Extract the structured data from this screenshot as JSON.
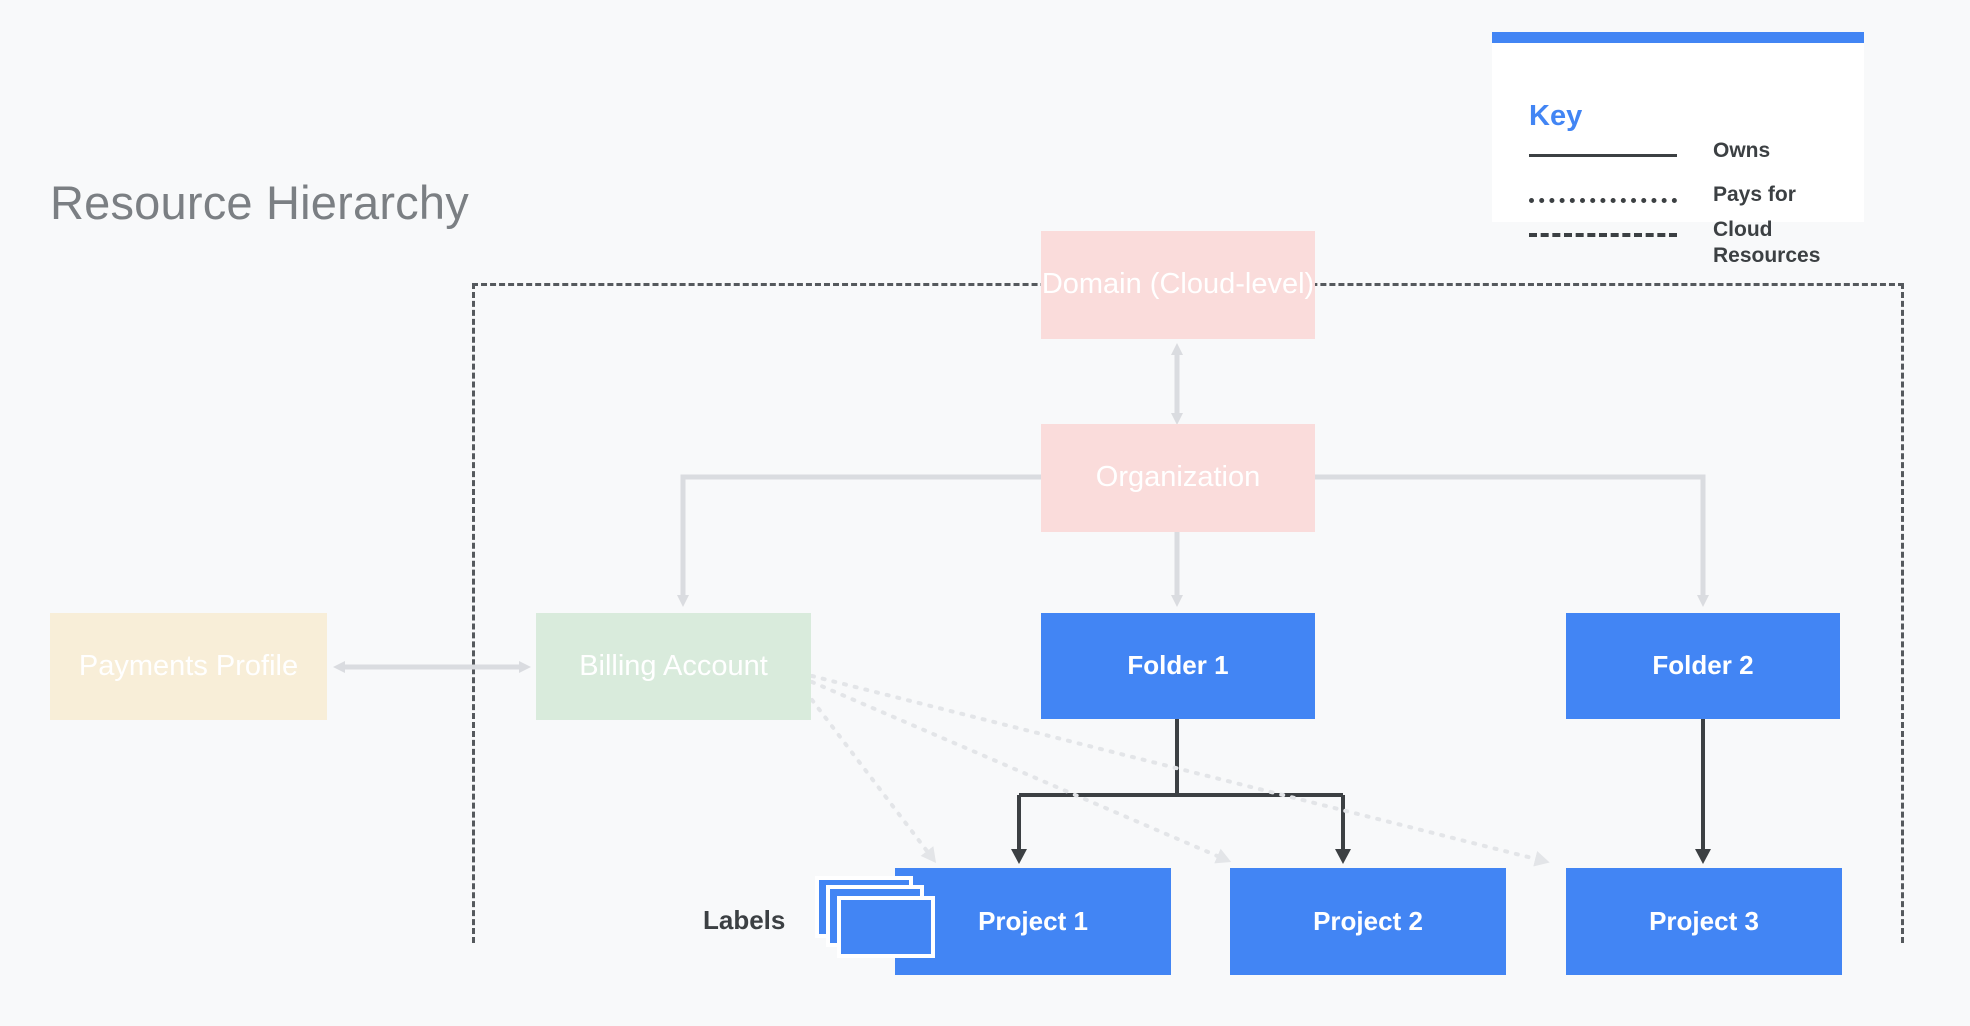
{
  "page": {
    "title": "Resource Hierarchy",
    "background_color": "#f8f9fa"
  },
  "legend": {
    "title": "Key",
    "accent_color": "#4285f4",
    "items": [
      {
        "style": "solid",
        "label": "Owns"
      },
      {
        "style": "dotted",
        "label": "Pays for"
      },
      {
        "style": "dashed",
        "label": "Cloud Resources"
      }
    ]
  },
  "diagram": {
    "type": "hierarchy",
    "boundary": {
      "style": "dashed",
      "meaning": "Cloud Resources"
    },
    "nodes": [
      {
        "id": "domain",
        "label": "Domain (Cloud-level)",
        "color": "#fadcdb",
        "text_color": "#ffffff"
      },
      {
        "id": "organization",
        "label": "Organization",
        "color": "#fadcdb",
        "text_color": "#ffffff"
      },
      {
        "id": "payments",
        "label": "Payments Profile",
        "color": "#f8eed8",
        "text_color": "#ffffff"
      },
      {
        "id": "billing",
        "label": "Billing Account",
        "color": "#d9ebdc",
        "text_color": "#ffffff"
      },
      {
        "id": "folder1",
        "label": "Folder 1",
        "color": "#4285f4",
        "text_color": "#ffffff"
      },
      {
        "id": "folder2",
        "label": "Folder 2",
        "color": "#4285f4",
        "text_color": "#ffffff"
      },
      {
        "id": "project1",
        "label": "Project 1",
        "color": "#4285f4",
        "text_color": "#ffffff"
      },
      {
        "id": "project2",
        "label": "Project 2",
        "color": "#4285f4",
        "text_color": "#ffffff"
      },
      {
        "id": "project3",
        "label": "Project 3",
        "color": "#4285f4",
        "text_color": "#ffffff"
      }
    ],
    "edges": [
      {
        "from": "domain",
        "to": "organization",
        "style": "solid",
        "relation": "owns",
        "arrows": "both"
      },
      {
        "from": "organization",
        "to": "billing",
        "style": "solid",
        "relation": "owns",
        "arrows": "end"
      },
      {
        "from": "organization",
        "to": "folder1",
        "style": "solid",
        "relation": "owns",
        "arrows": "end"
      },
      {
        "from": "organization",
        "to": "folder2",
        "style": "solid",
        "relation": "owns",
        "arrows": "end"
      },
      {
        "from": "payments",
        "to": "billing",
        "style": "solid",
        "relation": "owns",
        "arrows": "both"
      },
      {
        "from": "folder1",
        "to": "project1",
        "style": "solid",
        "relation": "owns",
        "arrows": "end"
      },
      {
        "from": "folder1",
        "to": "project2",
        "style": "solid",
        "relation": "owns",
        "arrows": "end"
      },
      {
        "from": "folder2",
        "to": "project3",
        "style": "solid",
        "relation": "owns",
        "arrows": "end"
      },
      {
        "from": "billing",
        "to": "project1",
        "style": "dotted",
        "relation": "pays for",
        "arrows": "end"
      },
      {
        "from": "billing",
        "to": "project2",
        "style": "dotted",
        "relation": "pays for",
        "arrows": "end"
      },
      {
        "from": "billing",
        "to": "project3",
        "style": "dotted",
        "relation": "pays for",
        "arrows": "end"
      }
    ],
    "annotations": [
      {
        "id": "labels",
        "label": "Labels",
        "icon": "stacked-cards-icon",
        "attached_to": "project1"
      }
    ]
  }
}
